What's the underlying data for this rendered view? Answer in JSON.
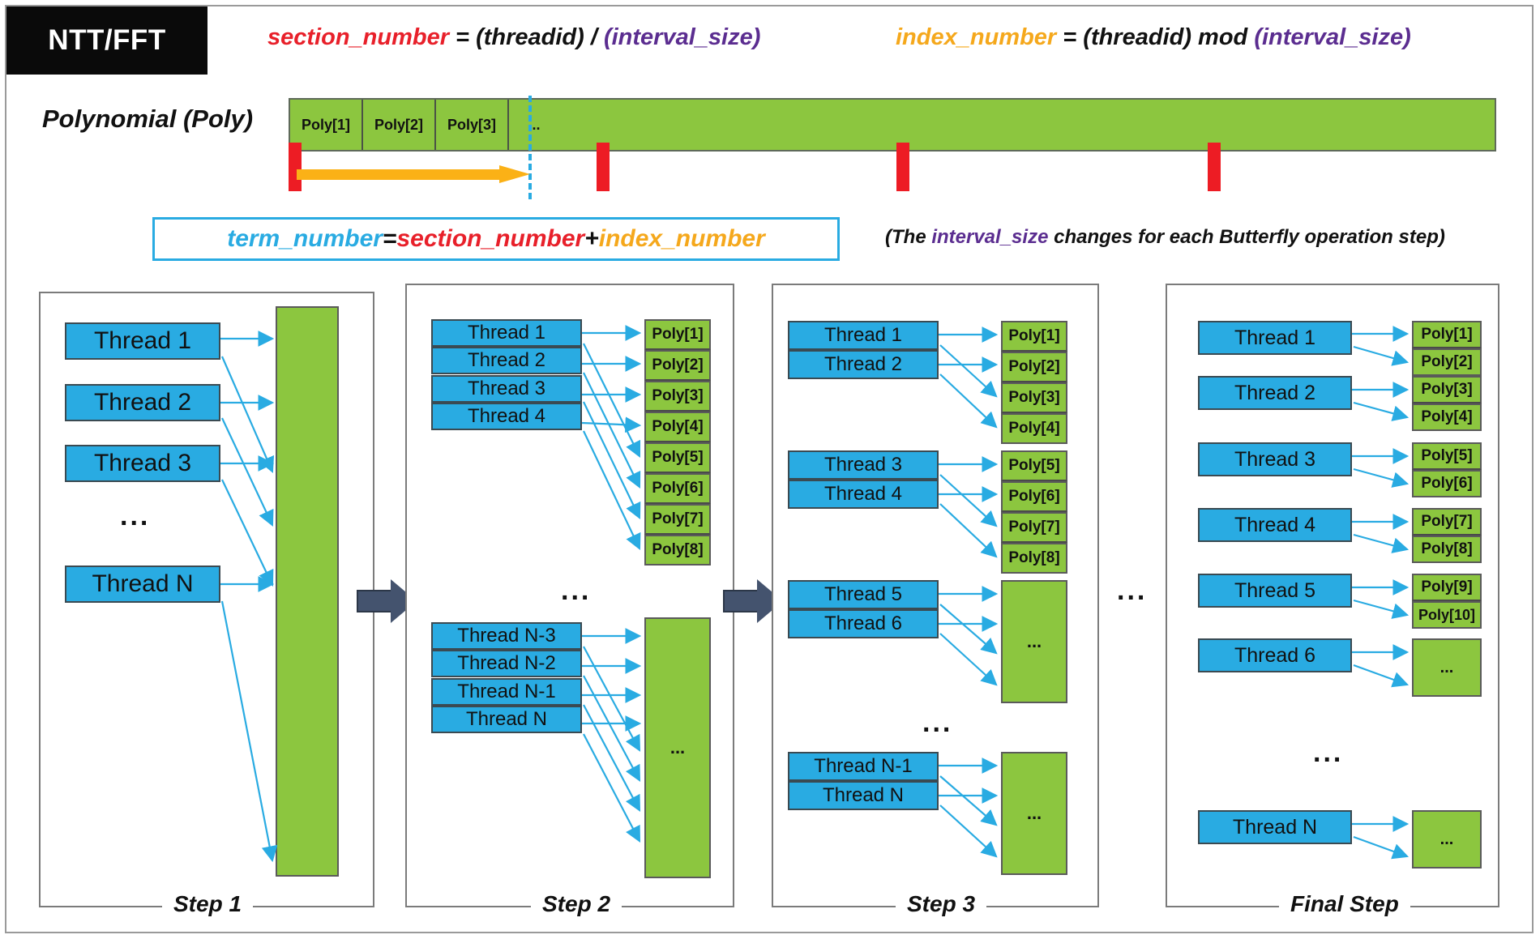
{
  "header": {
    "badge": "NTT/FFT",
    "formula_section": {
      "lhs": "section_number",
      "eq": " = ",
      "arg": "(threadid)",
      "op": " / ",
      "rhs": "(interval_size)"
    },
    "formula_index": {
      "lhs": "index_number",
      "eq": " = ",
      "arg": "(threadid)",
      "op": " mod ",
      "rhs": "(interval_size)"
    }
  },
  "polynomial": {
    "label": "Polynomial (Poly)",
    "cells": [
      "Poly[1]",
      "Poly[2]",
      "Poly[3]",
      "..."
    ]
  },
  "term_formula": {
    "lhs": "term_number",
    "eq": " = ",
    "a": "section_number",
    "plus": " + ",
    "b": "index_number"
  },
  "note": {
    "pre": "(The ",
    "highlight": "interval_size",
    "post": " changes for each Butterfly operation step)"
  },
  "colors": {
    "red": "#E8202A",
    "purple": "#5B2D90",
    "orange": "#F5A81C",
    "blue": "#29ABE2",
    "green": "#8CC63F",
    "arrow_gray": "#44536E"
  },
  "steps": [
    {
      "title": "Step 1",
      "threads": [
        "Thread 1",
        "Thread 2",
        "Thread 3",
        "Thread N"
      ],
      "ellipsis": "...",
      "poly_labels": []
    },
    {
      "title": "Step 2",
      "group_a_threads": [
        "Thread 1",
        "Thread 2",
        "Thread 3",
        "Thread 4"
      ],
      "group_a_poly": [
        "Poly[1]",
        "Poly[2]",
        "Poly[3]",
        "Poly[4]",
        "Poly[5]",
        "Poly[6]",
        "Poly[7]",
        "Poly[8]"
      ],
      "middle_ellipsis": "...",
      "group_b_threads": [
        "Thread N-3",
        "Thread N-2",
        "Thread N-1",
        "Thread N"
      ],
      "group_b_poly_dots": "..."
    },
    {
      "title": "Step 3",
      "groups": [
        {
          "threads": [
            "Thread 1",
            "Thread 2"
          ],
          "poly": [
            "Poly[1]",
            "Poly[2]",
            "Poly[3]",
            "Poly[4]"
          ]
        },
        {
          "threads": [
            "Thread 3",
            "Thread 4"
          ],
          "poly": [
            "Poly[5]",
            "Poly[6]",
            "Poly[7]",
            "Poly[8]"
          ]
        },
        {
          "threads": [
            "Thread 5",
            "Thread 6"
          ],
          "poly_dots": "..."
        },
        {
          "threads": [
            "Thread N-1",
            "Thread N"
          ],
          "poly_dots": "..."
        }
      ],
      "middle_ellipsis": "..."
    },
    {
      "title": "Final Step",
      "pairs": [
        {
          "thread": "Thread 1",
          "poly": [
            "Poly[1]",
            "Poly[2]"
          ]
        },
        {
          "thread": "Thread 2",
          "poly": [
            "Poly[3]",
            "Poly[4]"
          ]
        },
        {
          "thread": "Thread 3",
          "poly": [
            "Poly[5]",
            "Poly[6]"
          ]
        },
        {
          "thread": "Thread 4",
          "poly": [
            "Poly[7]",
            "Poly[8]"
          ]
        },
        {
          "thread": "Thread 5",
          "poly": [
            "Poly[9]",
            "Poly[10]"
          ]
        },
        {
          "thread": "Thread 6",
          "poly_dots": "..."
        },
        {
          "thread": "Thread N",
          "poly_dots": "..."
        }
      ],
      "middle_ellipsis": "..."
    }
  ],
  "between_ellipsis": "..."
}
